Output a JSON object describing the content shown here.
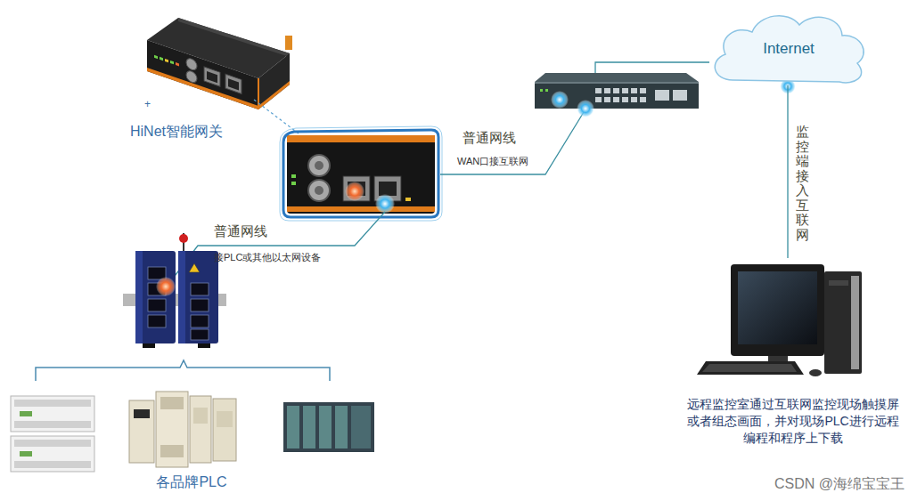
{
  "diagram": {
    "nodes": [
      {
        "text": [
          "HiNet智能网关"
        ]
      },
      {
        "text": [
          "Internet"
        ]
      },
      {
        "text": [
          "远程监控室通过互联网监控现场触摸屏 或者组态画面，并对现场PLC进行远程 编程和程序上下载"
        ]
      },
      {
        "text": [
          "各品牌PLC"
        ]
      }
    ],
    "edges": [
      {
        "from": 1,
        "to": 2,
        "arrow": "none",
        "label": "监控端接入互联网"
      }
    ],
    "labels": [
      "+",
      "普通网线",
      "WAN口接互联网",
      "普通网线",
      "接PLC或其他以太网设备",
      "CSDN @海绵宝宝王"
    ]
  }
}
